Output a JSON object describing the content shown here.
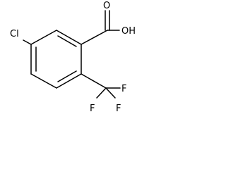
{
  "molecule": {
    "atoms": {
      "chlorine": "Cl",
      "carbonyl_oxygen": "O",
      "hydroxyl": "OH",
      "fluorine_1": "F",
      "fluorine_2": "F",
      "fluorine_3": "F"
    }
  }
}
